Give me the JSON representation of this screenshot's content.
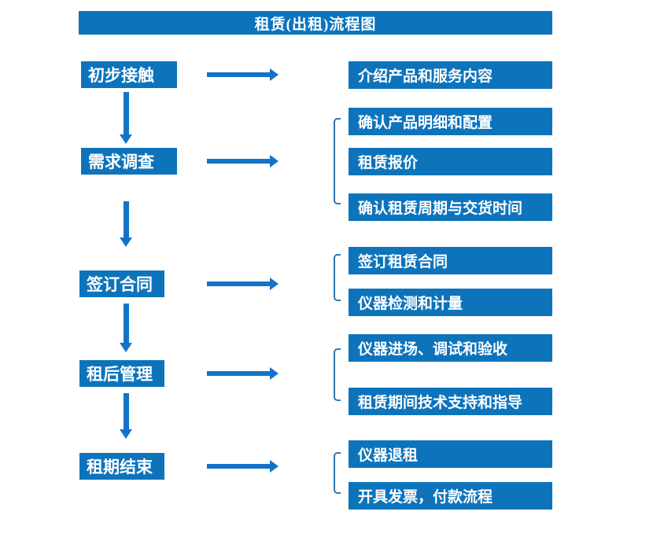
{
  "title": "租赁(出租)流程图",
  "colors": {
    "box_blue": "#0d74bc",
    "arrow_blue": "#1473c6",
    "bracket_blue": "#2e75b6",
    "text_white": "#ffffff",
    "background": "#ffffff"
  },
  "rows": [
    {
      "step": "初步接触",
      "details": [
        "介绍产品和服务内容"
      ]
    },
    {
      "step": "需求调查",
      "details": [
        "确认产品明细和配置",
        "租赁报价",
        "确认租赁周期与交货时间"
      ]
    },
    {
      "step": "签订合同",
      "details": [
        "签订租赁合同",
        "仪器检测和计量"
      ]
    },
    {
      "step": "租后管理",
      "details": [
        "仪器进场、调试和验收",
        "租赁期间技术支持和指导"
      ]
    },
    {
      "step": "租期结束",
      "details": [
        "仪器退租",
        "开具发票，付款流程"
      ]
    }
  ]
}
